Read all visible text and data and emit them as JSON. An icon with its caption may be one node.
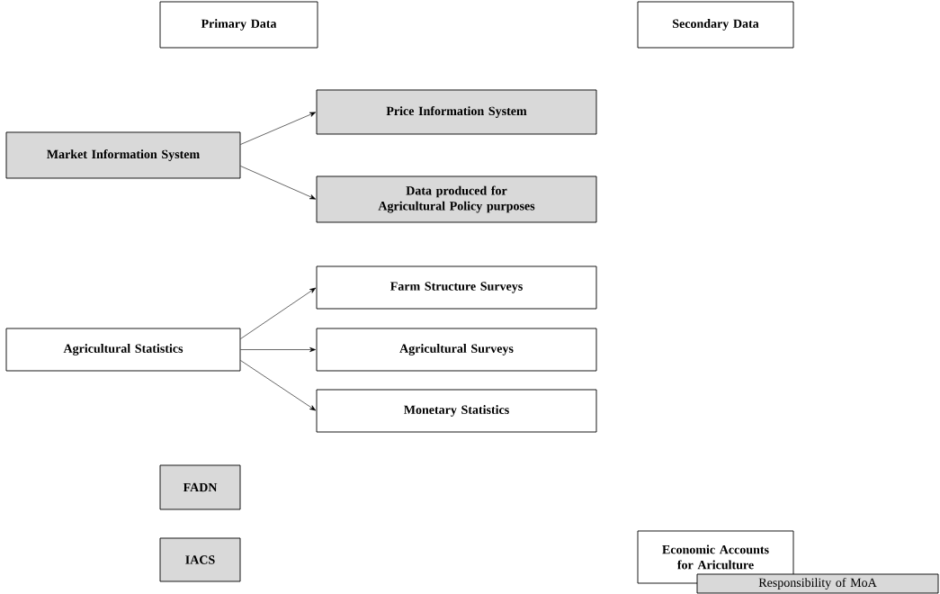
{
  "diagram": {
    "nodes": [
      {
        "text": [
          "Primary Data"
        ]
      },
      {
        "text": [
          "Secondary Data"
        ]
      },
      {
        "text": [
          "Market Information System"
        ]
      },
      {
        "text": [
          "Price Information System"
        ]
      },
      {
        "text": [
          "Data produced for Agricultural Policy purposes"
        ]
      },
      {
        "text": [
          "Agricultural Statistics"
        ]
      },
      {
        "text": [
          "Farm Structure Surveys"
        ]
      },
      {
        "text": [
          "Agricultural Surveys"
        ]
      },
      {
        "text": [
          "Monetary Statistics"
        ]
      },
      {
        "text": [
          "FADN"
        ]
      },
      {
        "text": [
          "IACS"
        ]
      },
      {
        "text": [
          "Economic Accounts for Ariculture"
        ]
      },
      {
        "text": [
          "Responsibility of MoA"
        ]
      }
    ],
    "edges": [
      {
        "from": 2,
        "to": 3,
        "arrow": "to"
      },
      {
        "from": 2,
        "to": 4,
        "arrow": "to"
      },
      {
        "from": 5,
        "to": 6,
        "arrow": "to"
      },
      {
        "from": 5,
        "to": 7,
        "arrow": "to"
      },
      {
        "from": 5,
        "to": 8,
        "arrow": "to"
      }
    ]
  }
}
